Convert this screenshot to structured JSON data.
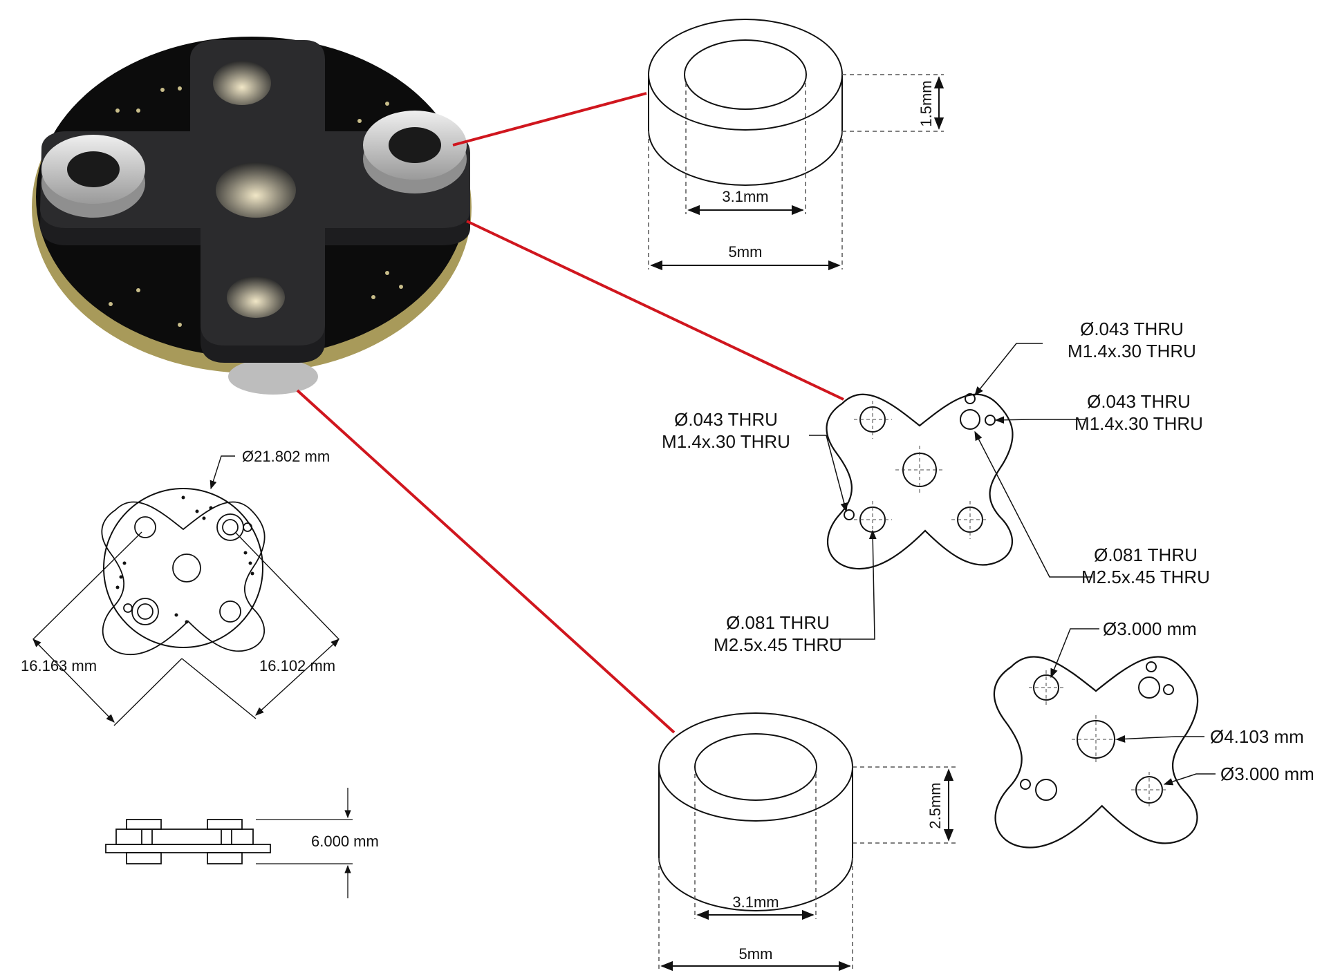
{
  "colors": {
    "leader_red": "#d0161e",
    "pcb_black": "#0c0c0c",
    "bracket_dark": "#2b2b2d",
    "spacer_grey": "#d6d6d6",
    "pcb_edge": "#a89a5a",
    "line": "#111111"
  },
  "spacer_small": {
    "height_label": "1.5mm",
    "inner_label": "3.1mm",
    "outer_label": "5mm"
  },
  "spacer_large": {
    "height_label": "2.5mm",
    "inner_label": "3.1mm",
    "outer_label": "5mm"
  },
  "board_top_view": {
    "diameter_label": "Ø21.802 mm",
    "diag_left_label": "16.163 mm",
    "diag_right_label": "16.102 mm"
  },
  "board_side_view": {
    "height_label": "6.000 mm"
  },
  "bracket_hole_callouts": {
    "top_right_small": [
      "Ø.043 THRU",
      "M1.4x.30 THRU"
    ],
    "right_small": [
      "Ø.043 THRU",
      "M1.4x.30 THRU"
    ],
    "left_small": [
      "Ø.043 THRU",
      "M1.4x.30 THRU"
    ],
    "right_large": [
      "Ø.081 THRU",
      "M2.5x.45 THRU"
    ],
    "bottom_large": [
      "Ø.081 THRU",
      "M2.5x.45 THRU"
    ]
  },
  "bracket_diameters": {
    "top_left_hole": "Ø3.000 mm",
    "center_hole": "Ø4.103 mm",
    "bottom_right_hole": "Ø3.000 mm"
  }
}
